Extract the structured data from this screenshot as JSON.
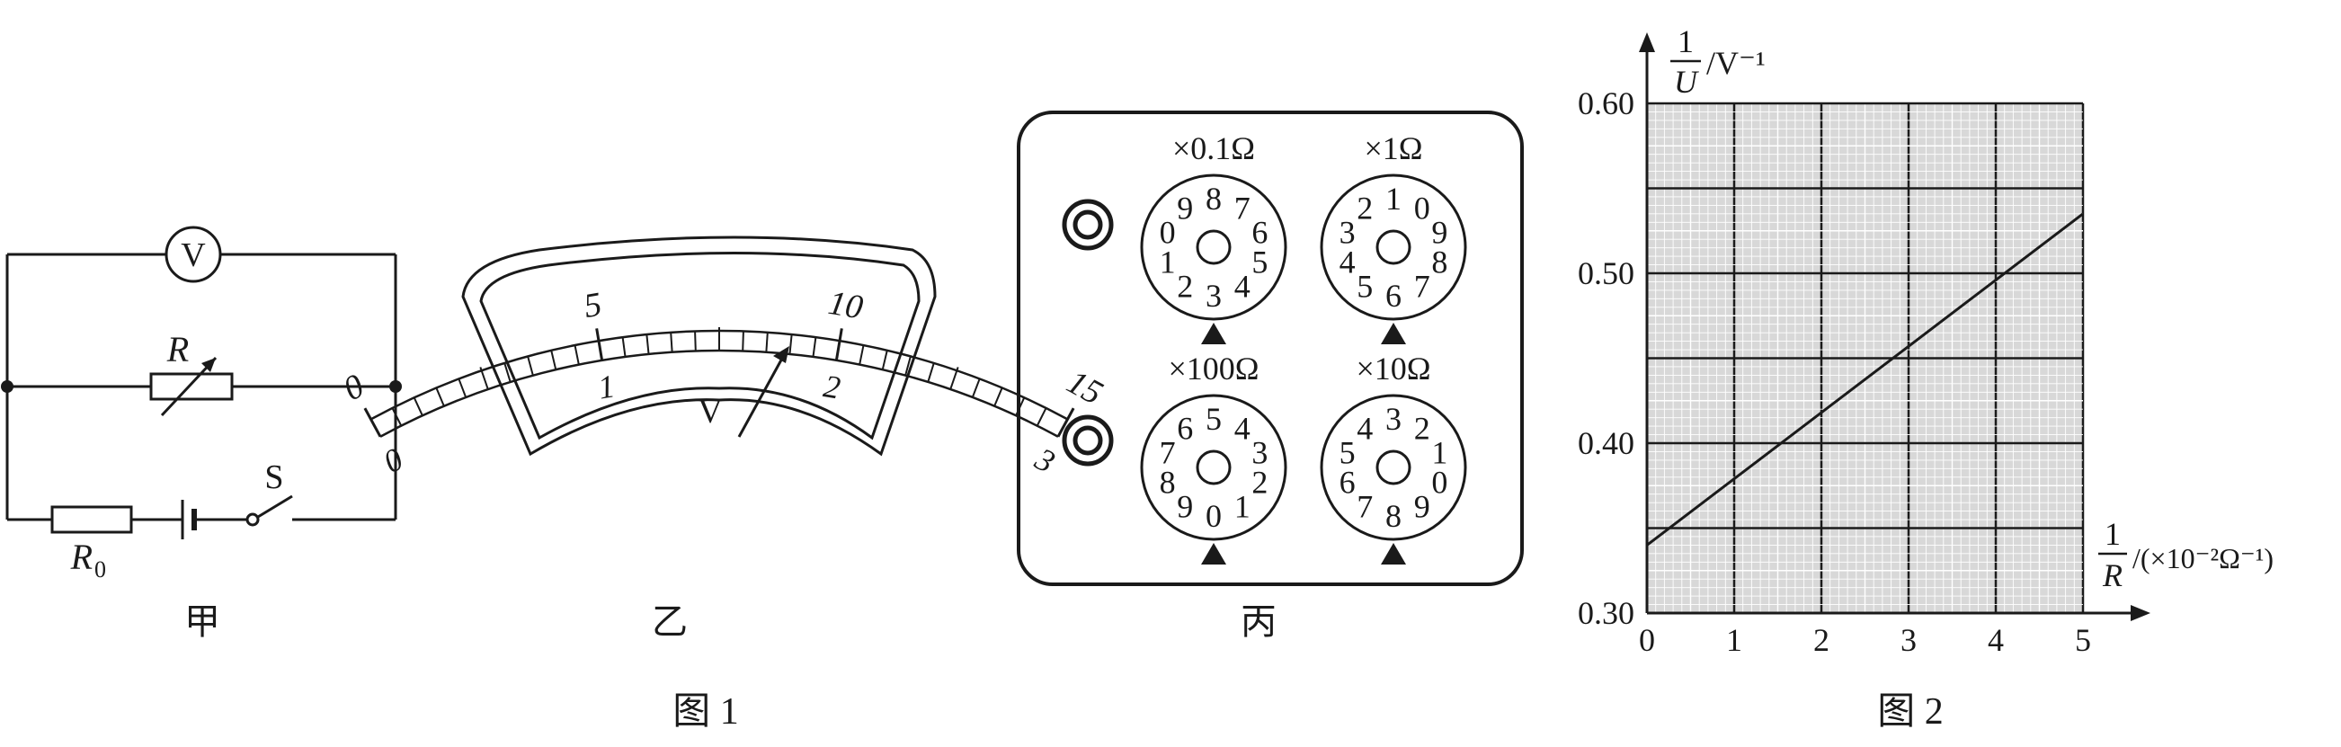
{
  "figure1": {
    "caption": "图 1",
    "jia": {
      "label": "甲",
      "voltmeter": "V",
      "rheostat": "R",
      "resistor": "R",
      "resistor_sub": "0",
      "switch": "S"
    },
    "yi": {
      "label": "乙",
      "unit": "V",
      "outer_scale": [
        "0",
        "5",
        "10",
        "15"
      ],
      "inner_scale": [
        "0",
        "1",
        "2",
        "3"
      ]
    },
    "bing": {
      "label": "丙",
      "dials": [
        {
          "multiplier": "×0.1Ω",
          "digits": [
            "0",
            "9",
            "8",
            "7",
            "6",
            "5",
            "4",
            "3",
            "2",
            "1"
          ],
          "selected": "3"
        },
        {
          "multiplier": "×1Ω",
          "digits": [
            "0",
            "9",
            "8",
            "7",
            "6",
            "5",
            "4",
            "3",
            "2",
            "1"
          ],
          "selected": "6"
        },
        {
          "multiplier": "×100Ω",
          "digits": [
            "0",
            "9",
            "8",
            "7",
            "6",
            "5",
            "4",
            "3",
            "2",
            "1"
          ],
          "selected": "0"
        },
        {
          "multiplier": "×10Ω",
          "digits": [
            "0",
            "9",
            "8",
            "7",
            "6",
            "5",
            "4",
            "3",
            "2",
            "1"
          ],
          "selected": "8"
        }
      ]
    }
  },
  "figure2": {
    "caption": "图 2",
    "chart_data": {
      "type": "line",
      "ylabel_num": "1",
      "ylabel_den": "U",
      "ylabel_unit": "/V⁻¹",
      "xlabel_num": "1",
      "xlabel_den": "R",
      "xlabel_unit": "/(×10⁻²Ω⁻¹)",
      "x_ticks": [
        "0",
        "1",
        "2",
        "3",
        "4",
        "5"
      ],
      "y_ticks": [
        "0.30",
        "0.40",
        "0.50",
        "0.60"
      ],
      "xlim": [
        0,
        5
      ],
      "ylim": [
        0.3,
        0.6
      ],
      "grid": true,
      "series": [
        {
          "x": [
            0,
            5
          ],
          "y": [
            0.34,
            0.535
          ]
        }
      ]
    }
  }
}
